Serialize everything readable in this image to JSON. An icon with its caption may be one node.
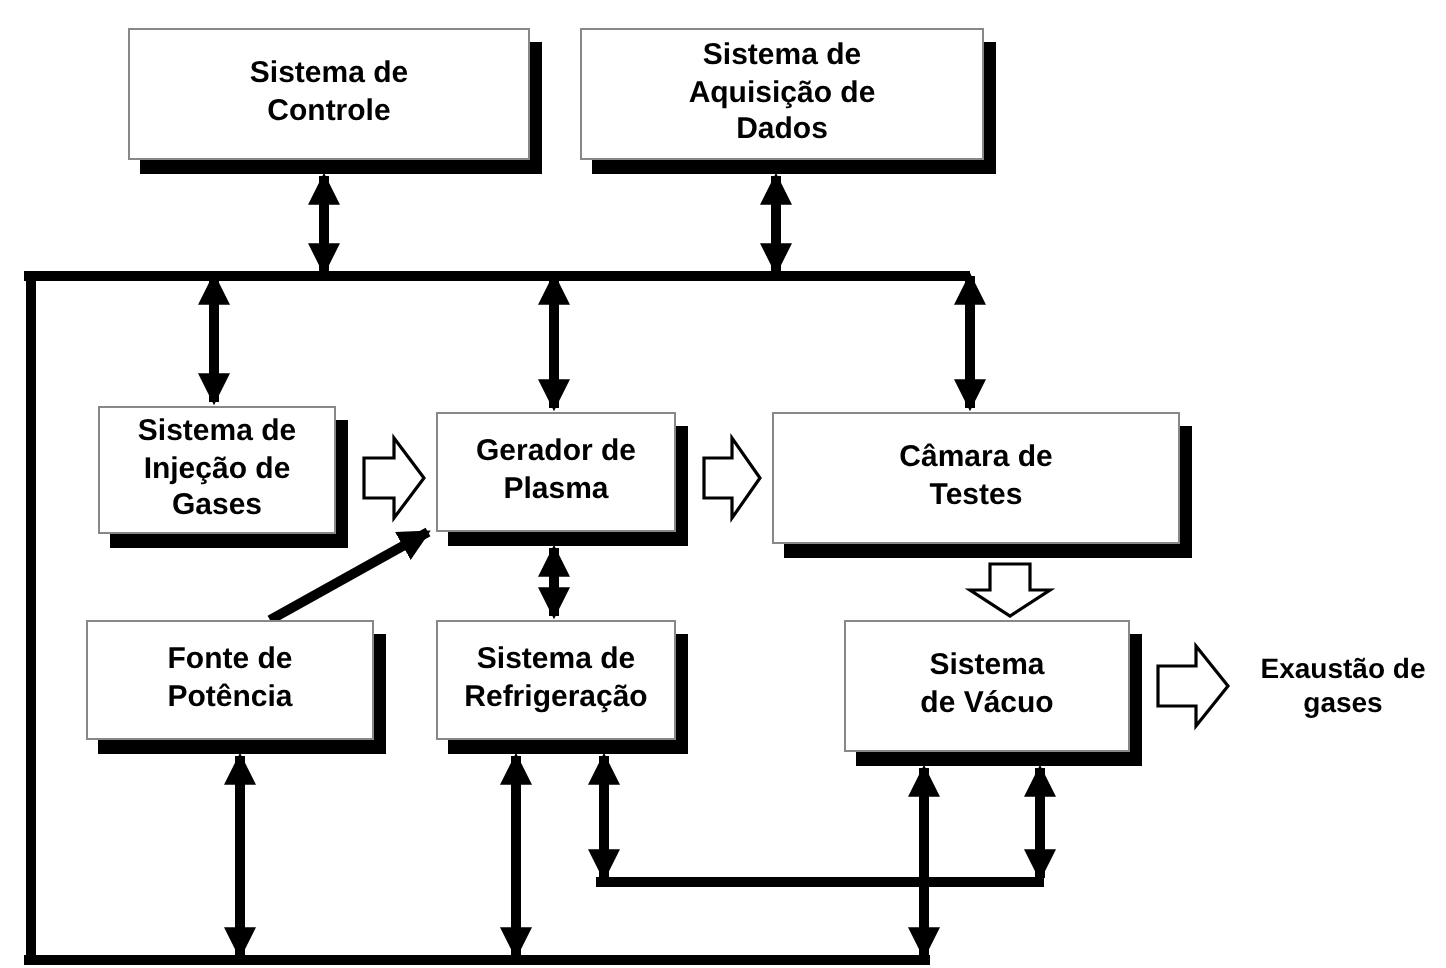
{
  "diagram": {
    "nodes": [
      {
        "text": [
          "Sistema de Controle"
        ]
      },
      {
        "text": [
          "Sistema de Aquisição de Dados"
        ]
      },
      {
        "text": [],
        "shape": "bar"
      },
      {
        "text": [
          "Sistema de Injeção de Gases"
        ],
        "in": 2
      },
      {
        "text": [
          "Gerador de Plasma"
        ],
        "in": 2
      },
      {
        "text": [
          "Câmara de Testes"
        ]
      },
      {
        "text": [
          "Fonte de Potência"
        ],
        "in": 2
      },
      {
        "text": [
          "Sistema de Refrigeração"
        ],
        "in": 2
      },
      {
        "text": [
          "Sistema de Vácuo"
        ]
      },
      {
        "text": [
          "Exaustão de gases"
        ]
      },
      {
        "text": [],
        "shape": "bar",
        "in": 2
      }
    ],
    "edges": [
      {
        "from": 0,
        "to": 2,
        "arrow": "both"
      },
      {
        "from": 1,
        "to": 2,
        "arrow": "both"
      },
      {
        "from": 2,
        "to": 3,
        "arrow": "both"
      },
      {
        "from": 2,
        "to": 4,
        "arrow": "both"
      },
      {
        "from": 2,
        "to": 5,
        "arrow": "both"
      },
      {
        "from": 3,
        "to": 4,
        "arrow": "to",
        "style": "thick"
      },
      {
        "from": 4,
        "to": 5,
        "arrow": "to",
        "style": "thick"
      },
      {
        "from": 5,
        "to": 8,
        "arrow": "to",
        "style": "thick"
      },
      {
        "from": 8,
        "to": 9,
        "arrow": "to",
        "style": "thick"
      },
      {
        "from": 6,
        "to": 4,
        "arrow": "to"
      },
      {
        "from": 4,
        "to": 7,
        "arrow": "both"
      },
      {
        "from": 6,
        "to": 2,
        "arrow": "both"
      },
      {
        "from": 7,
        "to": 2,
        "arrow": "both"
      },
      {
        "from": 7,
        "to": 10,
        "arrow": "both"
      },
      {
        "from": 8,
        "to": 2,
        "arrow": "both"
      },
      {
        "from": 8,
        "to": 10,
        "arrow": "both"
      }
    ]
  }
}
